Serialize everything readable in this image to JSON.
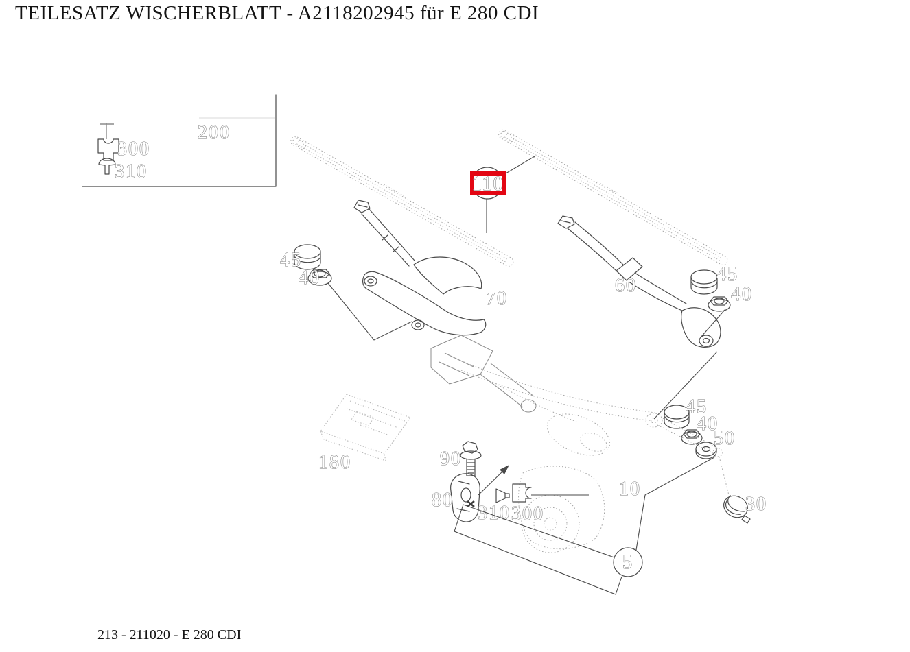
{
  "title": "TEILESATZ WISCHERBLATT  - A2118202945 für E 280 CDI",
  "footer": "213 - 211020 - E 280 CDI",
  "colors": {
    "highlight": "#e30613"
  },
  "labels": {
    "n200": "200",
    "n300_legend": "300",
    "n310_legend": "310",
    "n110": "110",
    "n70": "70",
    "n60": "60",
    "n45_left": "45",
    "n40_left": "40",
    "n45_right": "45",
    "n40_right": "40",
    "n45_mid": "45",
    "n40_mid": "40",
    "n50": "50",
    "n90": "90",
    "n80": "80",
    "n310": "310",
    "n300": "300",
    "n10": "10",
    "n30": "30",
    "n180": "180",
    "n5": "5"
  }
}
